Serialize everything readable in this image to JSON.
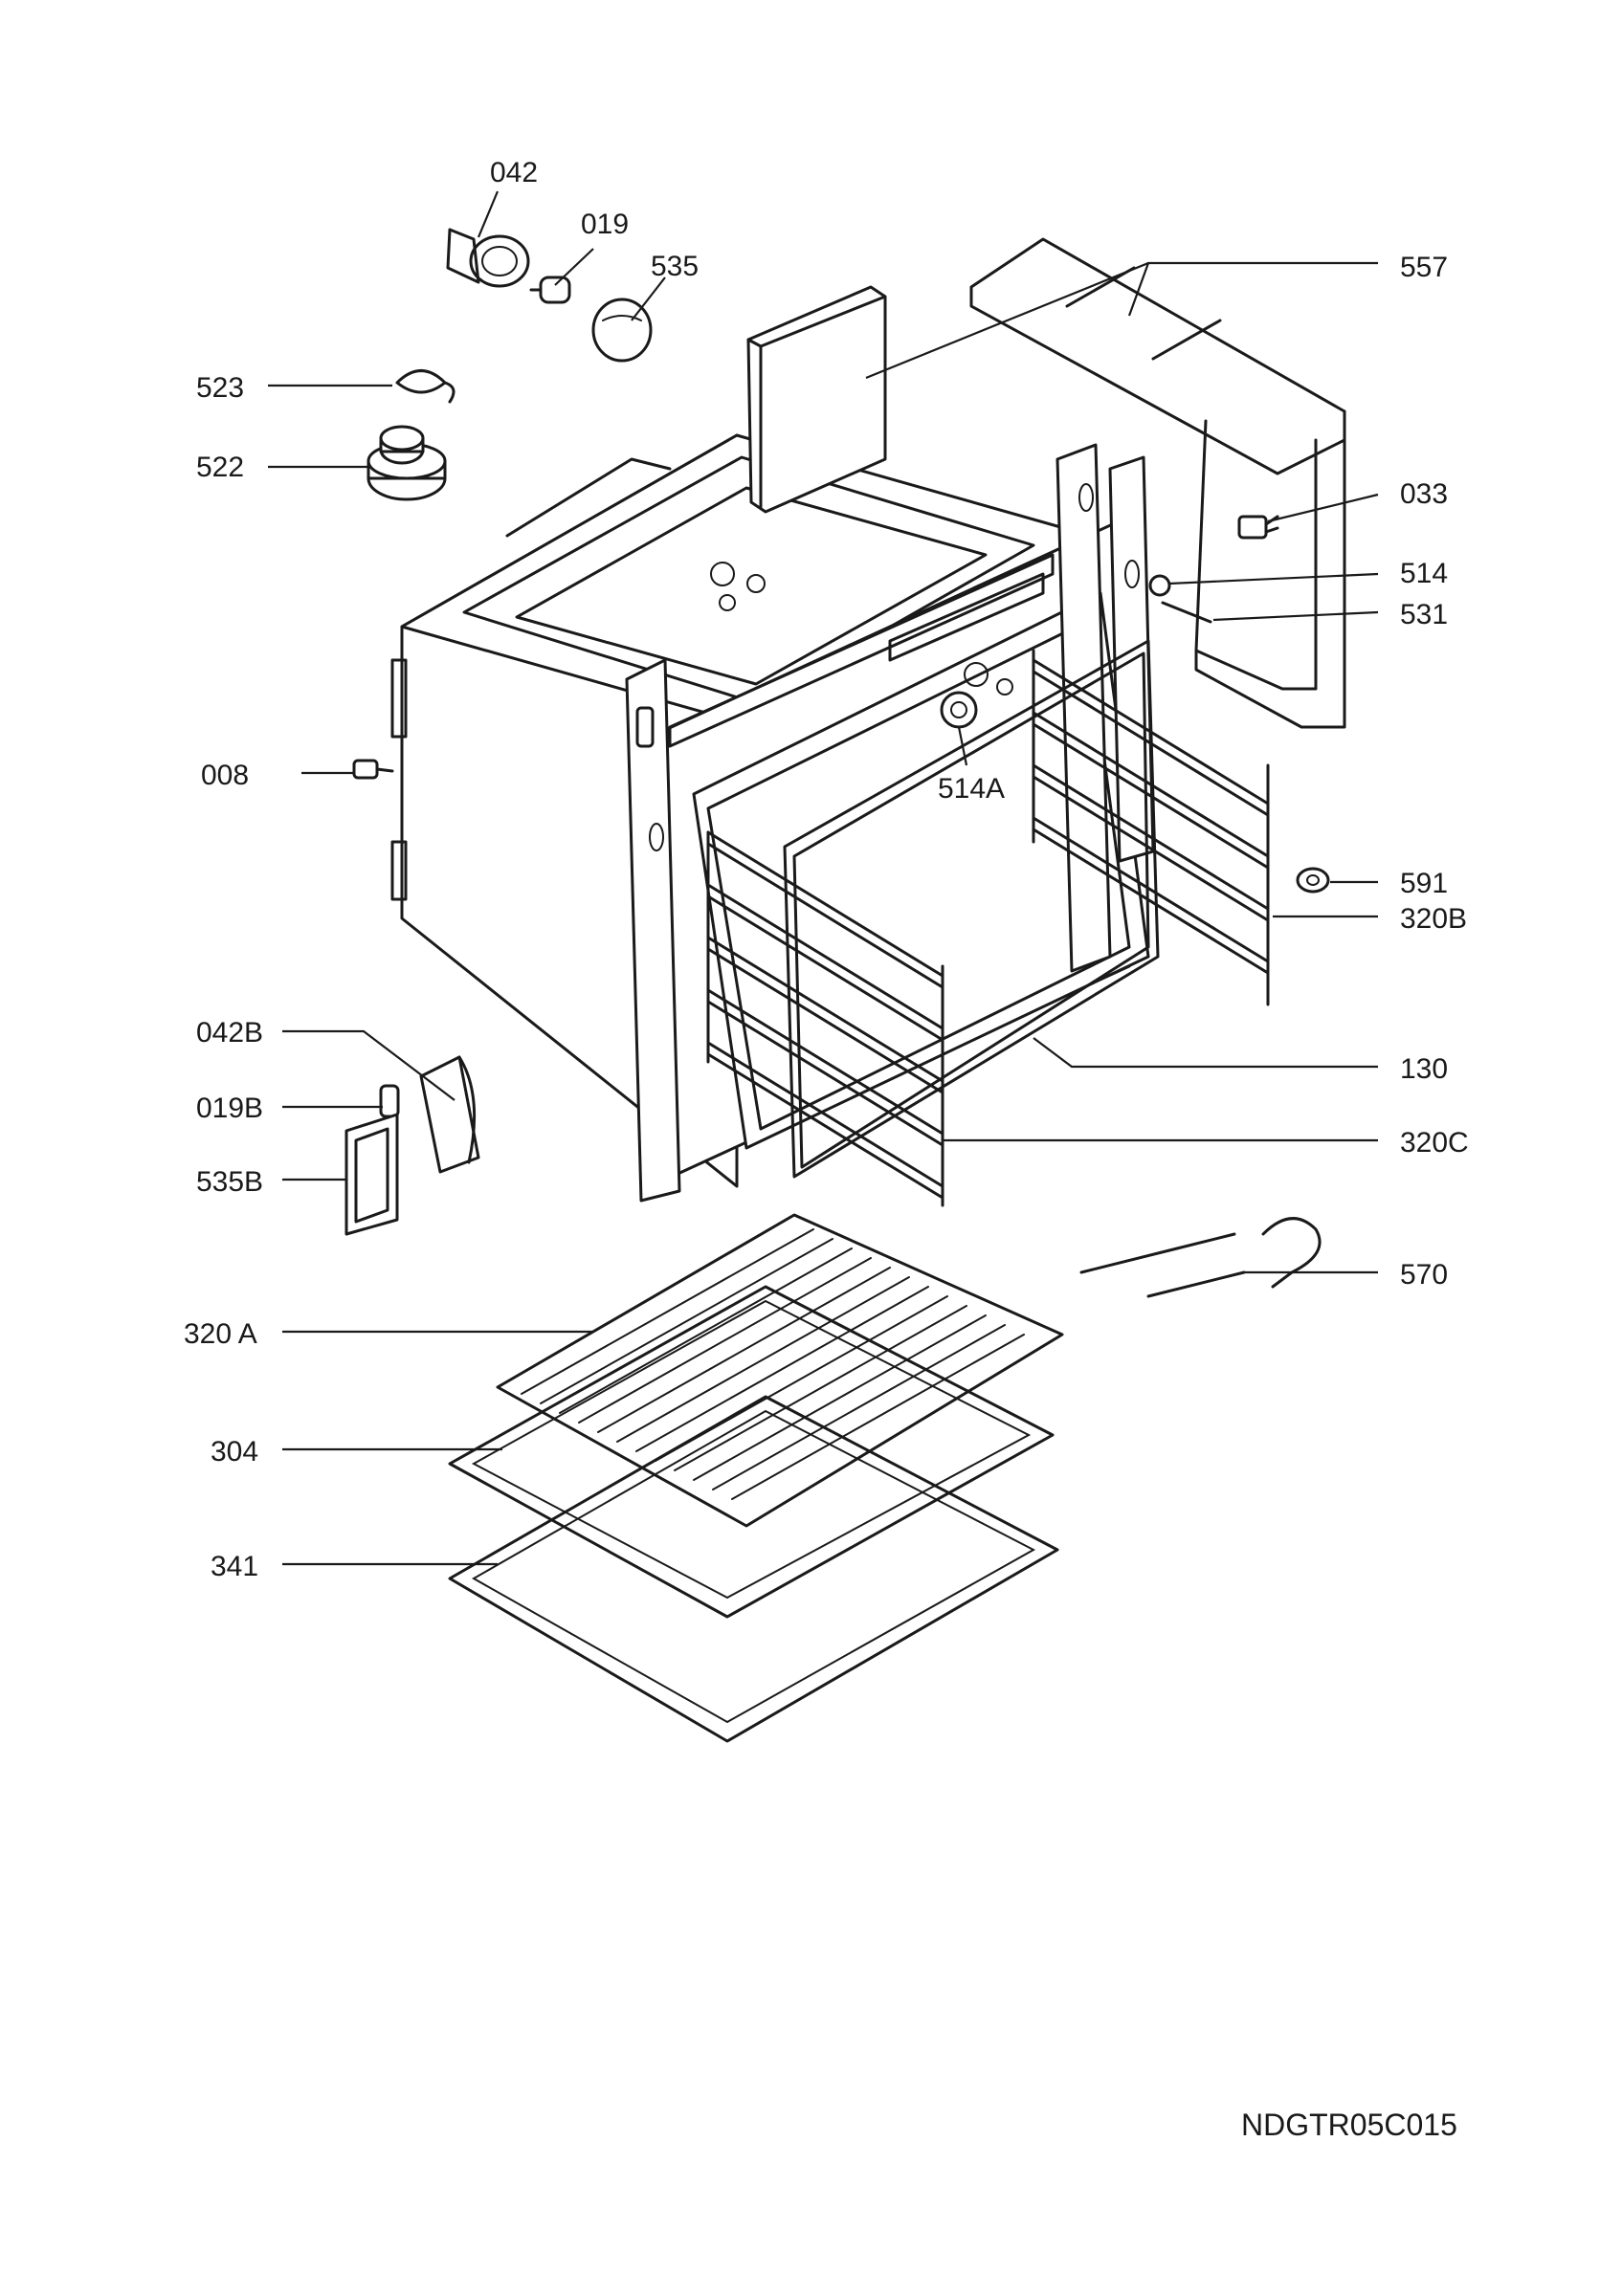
{
  "diagram_code": "NDGTR05C015",
  "labels": {
    "l042": "042",
    "l019": "019",
    "l535": "535",
    "l557": "557",
    "l523": "523",
    "l522": "522",
    "l033": "033",
    "l514": "514",
    "l531": "531",
    "l008": "008",
    "l514A": "514A",
    "l591": "591",
    "l320B": "320B",
    "l042B": "042B",
    "l130": "130",
    "l019B": "019B",
    "l320C": "320C",
    "l535B": "535B",
    "l570": "570",
    "l320A": "320 A",
    "l304": "304",
    "l341": "341"
  }
}
